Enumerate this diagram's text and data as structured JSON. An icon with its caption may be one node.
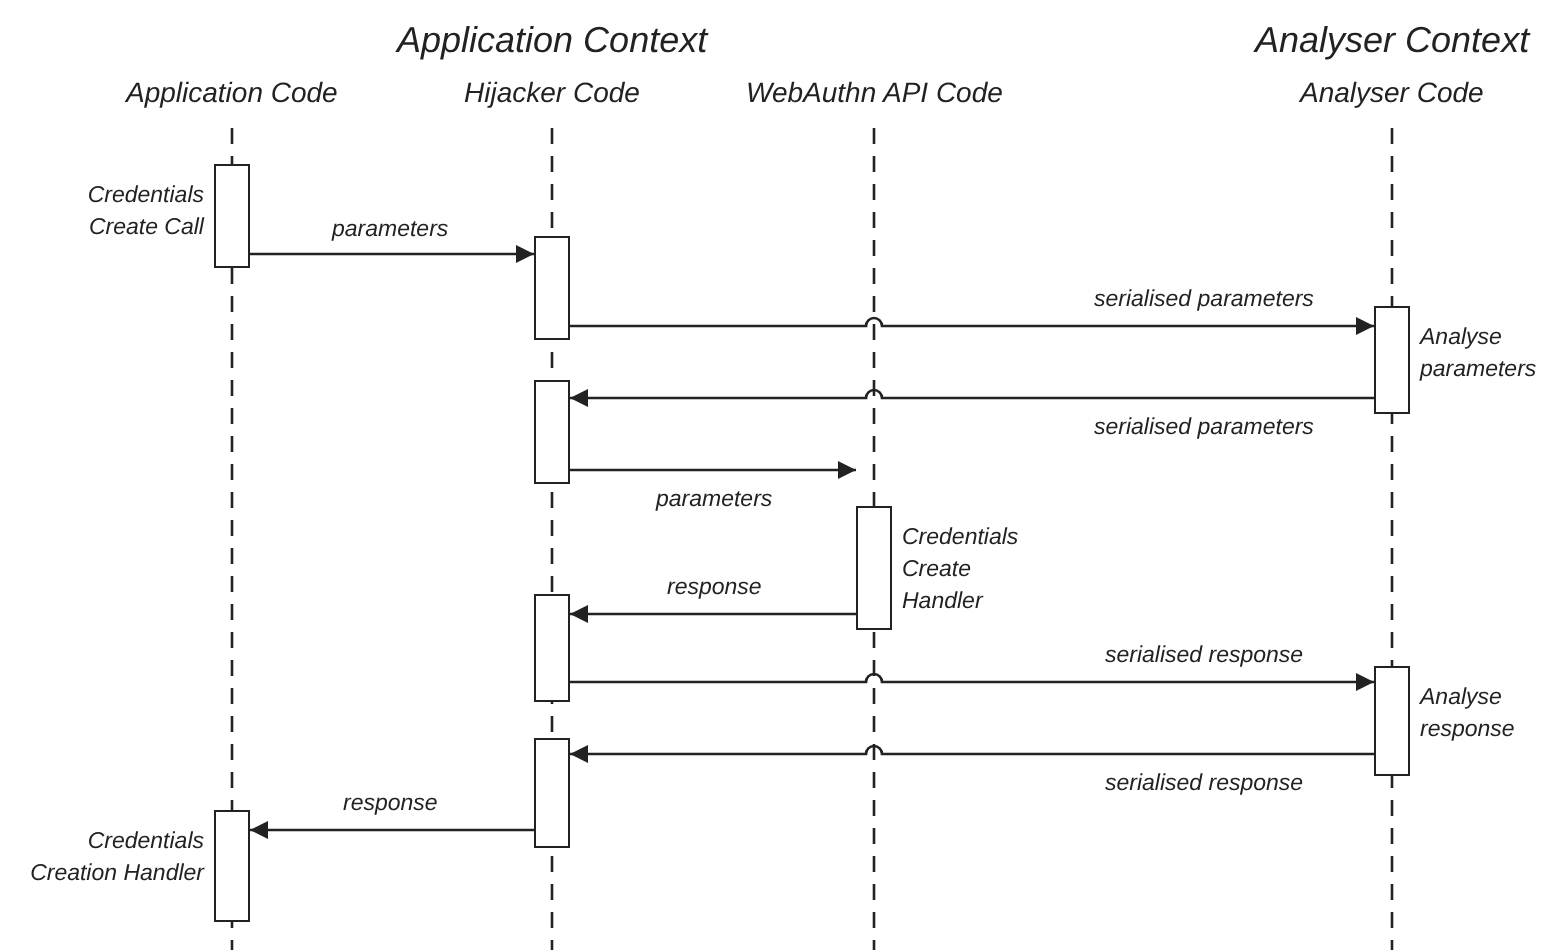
{
  "diagram": {
    "nodes": [
      {
        "text": [],
        "shape": "bar",
        "beside": [
          "Credentials Create Call"
        ]
      },
      {
        "text": [],
        "shape": "bar"
      },
      {
        "text": [],
        "shape": "bar",
        "beside": [
          "Analyse parameters"
        ]
      },
      {
        "text": [],
        "shape": "bar"
      },
      {
        "text": [],
        "shape": "bar",
        "beside": [
          "Credentials Create Handler"
        ]
      },
      {
        "text": [],
        "shape": "bar"
      },
      {
        "text": [],
        "shape": "bar",
        "beside": [
          "Analyse response"
        ]
      },
      {
        "text": [],
        "shape": "bar"
      },
      {
        "text": [],
        "shape": "bar",
        "beside": [
          "Credentials Creation Handler"
        ]
      }
    ],
    "edges": [
      {
        "from": 0,
        "to": 1,
        "arrow": "to",
        "label": "parameters"
      },
      {
        "from": 1,
        "to": 2,
        "arrow": "to",
        "label": "serialised parameters"
      },
      {
        "from": 2,
        "to": 3,
        "arrow": "to",
        "label": "serialised parameters"
      },
      {
        "from": 3,
        "to": 4,
        "arrow": "to",
        "label": "parameters"
      },
      {
        "from": 4,
        "to": 5,
        "arrow": "to",
        "label": "response"
      },
      {
        "from": 5,
        "to": 6,
        "arrow": "to",
        "label": "serialised response"
      },
      {
        "from": 6,
        "to": 7,
        "arrow": "to",
        "label": "serialised response"
      },
      {
        "from": 7,
        "to": 8,
        "arrow": "to",
        "label": "response"
      }
    ],
    "labels": [
      "Application Context",
      "Analyser Context",
      "Application Code",
      "Hijacker Code",
      "WebAuthn API Code",
      "Analyser Code"
    ]
  }
}
